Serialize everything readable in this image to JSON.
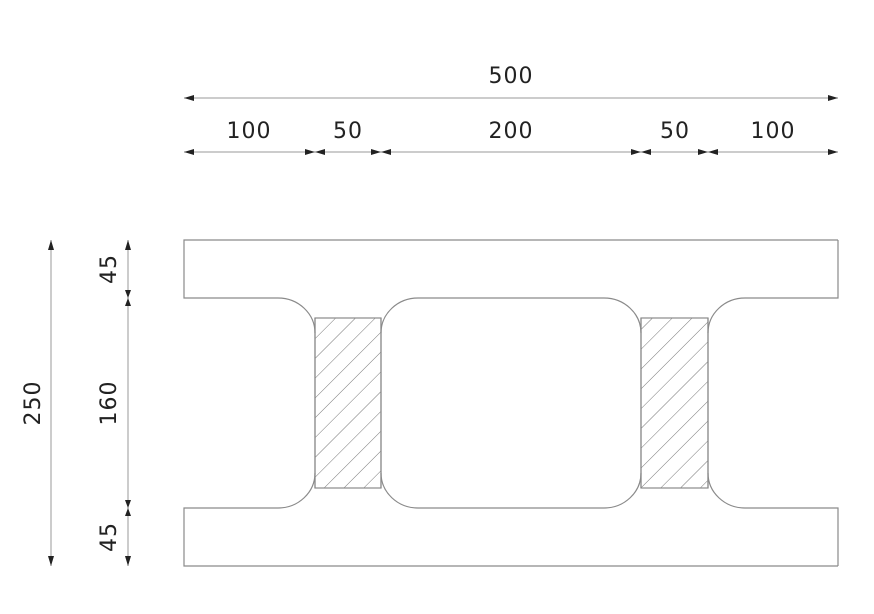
{
  "top_dimensions": {
    "overall": "500",
    "segments": [
      "100",
      "50",
      "200",
      "50",
      "100"
    ]
  },
  "left_dimensions": {
    "overall": "250",
    "segments": [
      "45",
      "160",
      "45"
    ]
  },
  "colors": {
    "line": "#8a8a8a",
    "text": "#222222"
  }
}
